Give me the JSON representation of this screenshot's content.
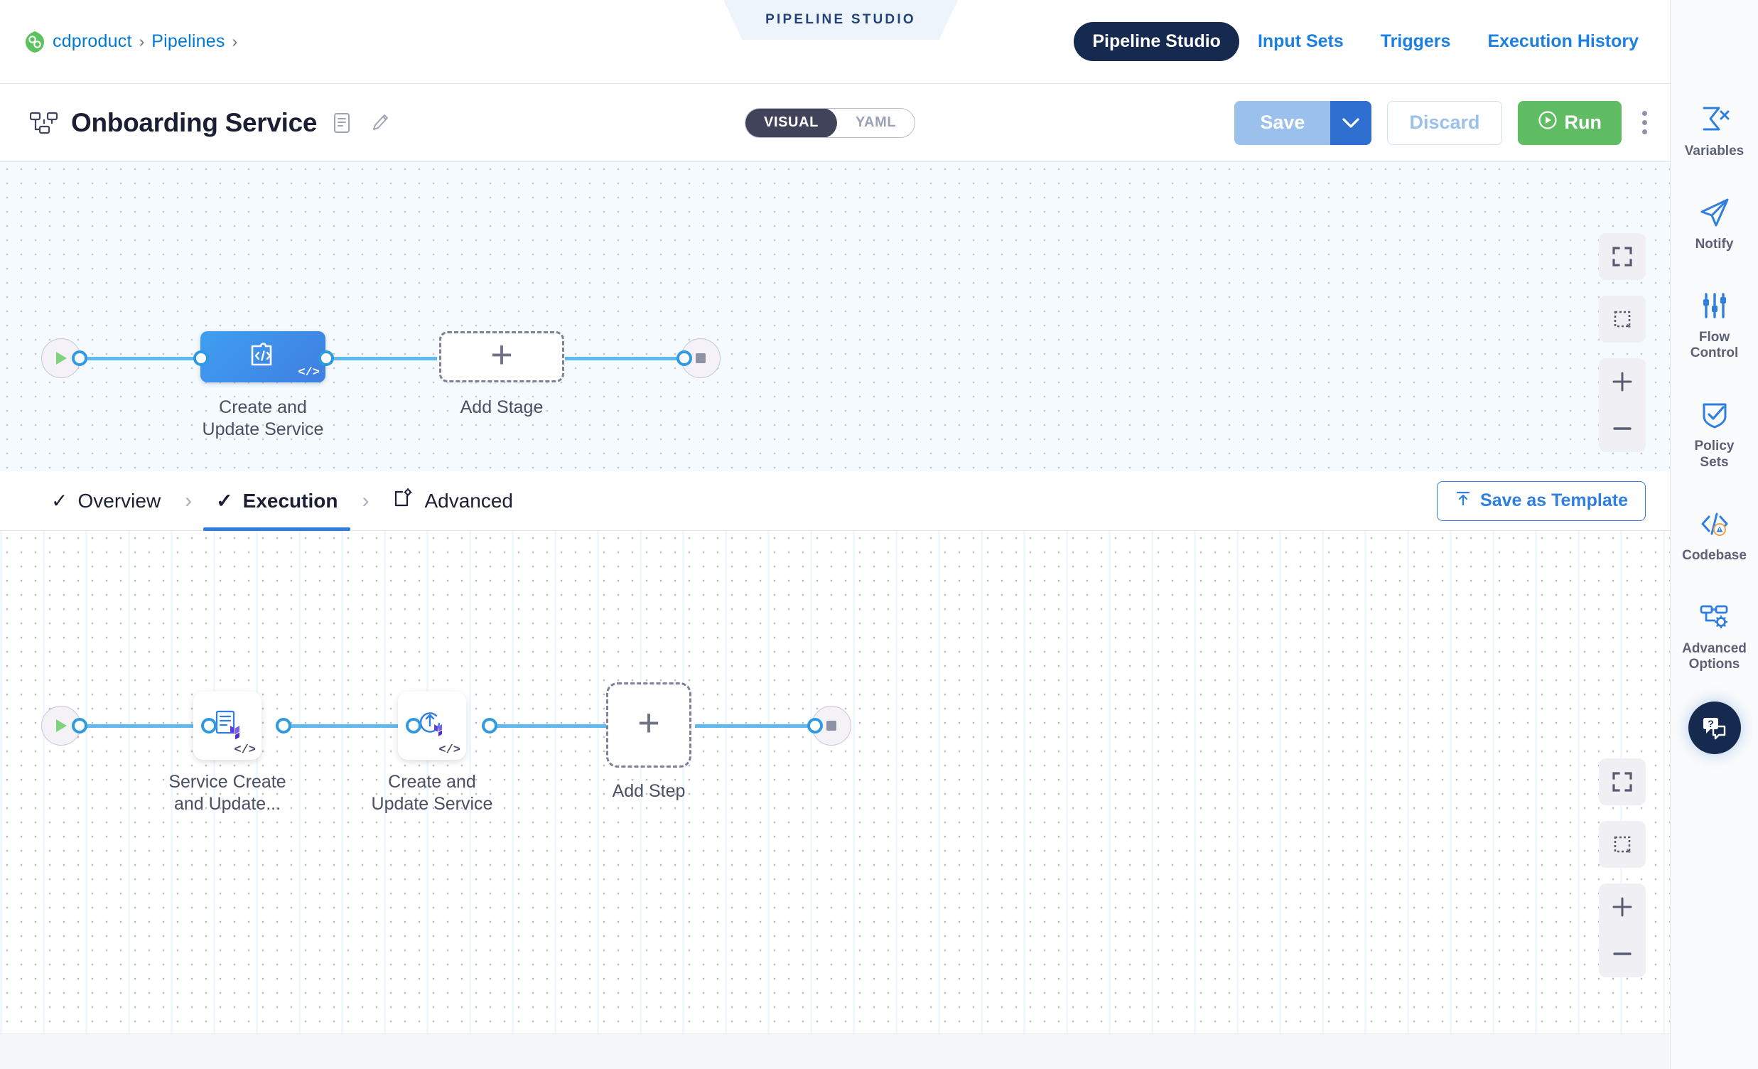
{
  "breadcrumb": {
    "logo_icon": "harness-logo-icon",
    "items": [
      {
        "label": "cdproduct"
      },
      {
        "label": "Pipelines"
      }
    ],
    "separator": "›"
  },
  "studio_banner": {
    "label": "PIPELINE STUDIO"
  },
  "topnav": {
    "items": [
      {
        "label": "Pipeline Studio",
        "active": true
      },
      {
        "label": "Input Sets",
        "active": false
      },
      {
        "label": "Triggers",
        "active": false
      },
      {
        "label": "Execution History",
        "active": false
      }
    ]
  },
  "titlebar": {
    "pipeline_icon": "pipeline-nodes-icon",
    "title": "Onboarding Service",
    "description_icon": "description-icon",
    "edit_icon": "pencil-icon",
    "mode_toggle": {
      "options": [
        {
          "label": "VISUAL",
          "active": true
        },
        {
          "label": "YAML",
          "active": false
        }
      ]
    },
    "actions": {
      "save_label": "Save",
      "save_caret_icon": "chevron-down-icon",
      "discard_label": "Discard",
      "run_label": "Run",
      "run_icon": "play-circle-icon",
      "more_icon": "kebab-menu-icon"
    }
  },
  "stage_graph": {
    "start_node": {
      "icon": "play-icon",
      "name": "start"
    },
    "stage": {
      "label_line1": "Create and",
      "label_line2": "Update Service",
      "icon": "custom-stage-icon",
      "template_badge": "</>"
    },
    "add_stage": {
      "label": "Add Stage",
      "icon": "plus-icon"
    },
    "end_node": {
      "icon": "stop-square-icon",
      "name": "end"
    },
    "controls": [
      {
        "name": "fit-to-screen-icon"
      },
      {
        "name": "selection-box-icon"
      },
      {
        "name": "zoom-in-icon"
      },
      {
        "name": "zoom-out-icon"
      }
    ]
  },
  "tabstrip": {
    "tabs": [
      {
        "label": "Overview",
        "icon": "check-icon",
        "active": false,
        "complete": true
      },
      {
        "label": "Execution",
        "icon": "check-icon",
        "active": true,
        "complete": true
      },
      {
        "label": "Advanced",
        "icon": "advanced-config-icon",
        "active": false,
        "complete": false
      }
    ],
    "separator": "›",
    "save_as_template_label": "Save as Template",
    "save_as_template_icon": "template-upload-icon"
  },
  "execution_graph": {
    "start_node": {
      "icon": "play-icon",
      "name": "start"
    },
    "steps": [
      {
        "label_line1": "Service Create",
        "label_line2": "and Update...",
        "icon": "terraform-plan-icon",
        "template_badge": "</>"
      },
      {
        "label_line1": "Create and",
        "label_line2": "Update Service",
        "icon": "terraform-apply-icon",
        "template_badge": "</>"
      }
    ],
    "add_step": {
      "label": "Add Step",
      "icon": "plus-icon"
    },
    "end_node": {
      "icon": "stop-square-icon",
      "name": "end"
    },
    "controls": [
      {
        "name": "fit-to-screen-icon"
      },
      {
        "name": "selection-box-icon"
      },
      {
        "name": "zoom-in-icon"
      },
      {
        "name": "zoom-out-icon"
      }
    ]
  },
  "sidebar": {
    "items": [
      {
        "label": "Variables",
        "icon": "sigma-variables-icon"
      },
      {
        "label": "Notify",
        "icon": "paper-plane-icon"
      },
      {
        "label": "Flow\nControl",
        "icon": "sliders-icon"
      },
      {
        "label": "Policy\nSets",
        "icon": "shield-check-icon"
      },
      {
        "label": "Codebase",
        "icon": "codebase-warning-icon"
      },
      {
        "label": "Advanced\nOptions",
        "icon": "advanced-options-icon"
      }
    ],
    "help_button": {
      "icon": "help-chat-icon",
      "label": "?"
    }
  },
  "colors": {
    "accent_blue": "#2f7fe0",
    "link_blue": "#1d7fe0",
    "navy": "#16294f",
    "run_green": "#5fbc63",
    "edge_blue": "#5ebaf0",
    "stage_blue": "#3f8fe8",
    "canvas_top_bg": "#f4fafd",
    "terraform_purple": "#5c4ee5"
  }
}
